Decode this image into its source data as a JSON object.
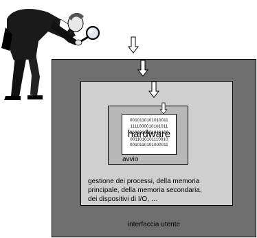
{
  "layers": {
    "outer_label": "interfaccia utente",
    "middle_label_lines": [
      "gestione dei processi, della memoria",
      "principale, della memoria secondaria,",
      "dei dispositivi di I/O, …"
    ],
    "inner_label": "avvio",
    "core_label": "hardware",
    "binary_lines": [
      "0010110101010011",
      "1111000010101011",
      "0101010101010100",
      "0011010101110010",
      "0010110101000011"
    ]
  },
  "colors": {
    "outer": "#6e6e6e",
    "middle": "#cfcfcf",
    "inner": "#b8b8b8",
    "core": "#ffffff"
  },
  "icons": [
    "man-with-magnifying-glass-icon",
    "down-arrow-icon"
  ]
}
